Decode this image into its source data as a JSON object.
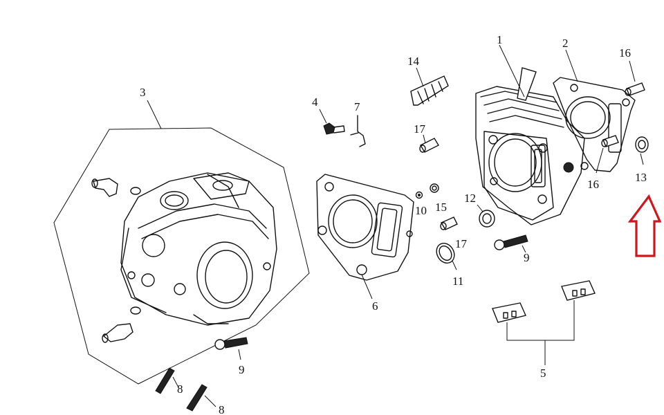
{
  "labels": {
    "p1": "1",
    "p2": "2",
    "p3": "3",
    "p4": "4",
    "p5": "5",
    "p6": "6",
    "p7": "7",
    "p8a": "8",
    "p8b": "8",
    "p9a": "9",
    "p9b": "9",
    "p10": "10",
    "p11": "11",
    "p12": "12",
    "p13": "13",
    "p14": "14",
    "p15": "15",
    "p16a": "16",
    "p16b": "16",
    "p17a": "17",
    "p17b": "17"
  },
  "highlight": {
    "color": "#d0161d"
  }
}
